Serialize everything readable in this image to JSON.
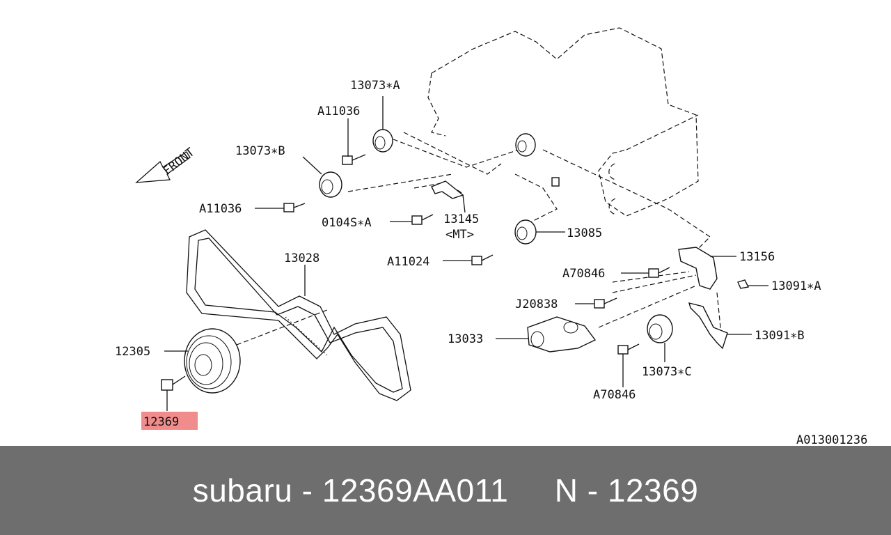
{
  "diagram": {
    "ref_code": "A013001236",
    "highlight_color": "#f08c8c",
    "front_label": "FRONT",
    "labels": {
      "p13073A": "13073∗A",
      "a11036_top": "A11036",
      "p13073B": "13073∗B",
      "a11036_mid": "A11036",
      "p0104S": "0104S∗A",
      "p13145": "13145",
      "mt": "<MT>",
      "p13085": "13085",
      "a11024": "A11024",
      "p13156": "13156",
      "a70846_top": "A70846",
      "p13091A": "13091∗A",
      "j20838": "J20838",
      "p13028": "13028",
      "p12305": "12305",
      "p13033": "13033",
      "p13091B": "13091∗B",
      "p13073C": "13073∗C",
      "a70846_bot": "A70846",
      "p12369": "12369"
    }
  },
  "footer": {
    "text": "subaru - 12369AA011     N - 12369",
    "background": "#6e6e6e"
  }
}
